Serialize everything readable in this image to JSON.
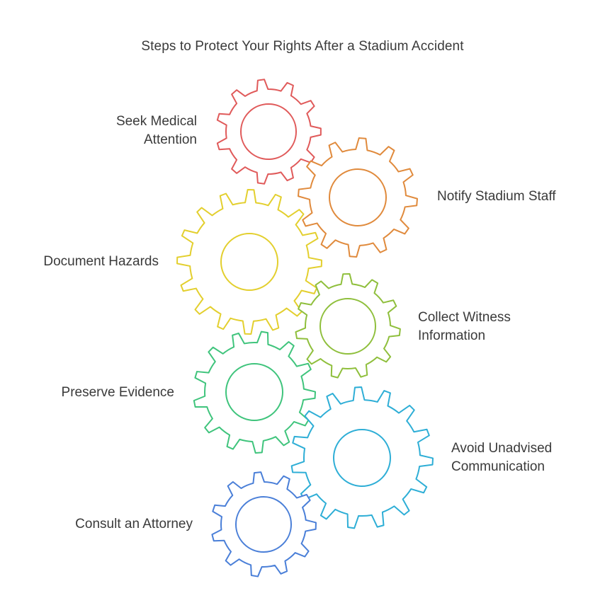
{
  "title": "Steps to Protect Your Rights After a Stadium Accident",
  "steps": [
    {
      "lines": [
        "Seek Medical",
        "Attention"
      ],
      "color": "#e05a5a"
    },
    {
      "lines": [
        "Notify Stadium Staff"
      ],
      "color": "#e08a3c"
    },
    {
      "lines": [
        "Document Hazards"
      ],
      "color": "#e3cf2e"
    },
    {
      "lines": [
        "Collect Witness",
        "Information"
      ],
      "color": "#8fbf3c"
    },
    {
      "lines": [
        "Preserve Evidence"
      ],
      "color": "#3fc47c"
    },
    {
      "lines": [
        "Avoid Unadvised",
        "Communication"
      ],
      "color": "#2eaed6"
    },
    {
      "lines": [
        "Consult an Attorney"
      ],
      "color": "#4a7fd8"
    }
  ],
  "icons": {
    "gear": "gear-icon"
  }
}
